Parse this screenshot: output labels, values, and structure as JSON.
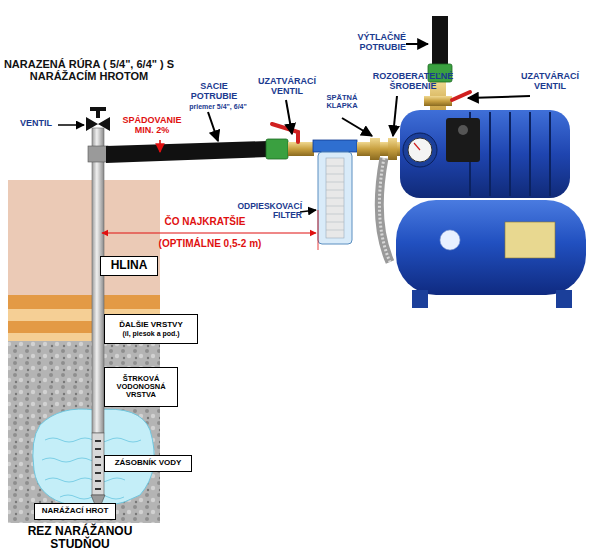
{
  "diagram": {
    "caption": "REZ NARÁŽANOU STUDŇOU",
    "nodes": [
      {
        "text": [
          "HLINA"
        ]
      },
      {
        "text": [
          "ĎALŠIE VRSTVY",
          "(íl, piesok a pod.)"
        ]
      },
      {
        "text": [
          "ŠTRKOVÁ VODONOSNÁ VRSTVA"
        ]
      },
      {
        "text": [
          "ZÁSOBNÍK VODY"
        ]
      },
      {
        "text": [
          "NARÁŽACÍ HROT"
        ]
      }
    ],
    "labels": [
      "NARAZENÁ RÚRA ( 5/4\", 6/4\" ) S NARÁŽACÍM HROTOM",
      "VENTIL",
      "SPÁDOVANIE MIN. 2%",
      "SACIE POTRUBIE",
      "priemer 5/4\", 6/4\"",
      "UZATVÁRACÍ VENTIL",
      "VÝTLAČNÉ POTRUBIE",
      "ROZOBERATEĽNÉ ŠROBENIE",
      "SPÄTNÁ KLAPKA",
      "UZATVÁRACÍ VENTIL",
      "ODPIESKOVACÍ FILTER",
      "ČO NAJKRATŠIE",
      "(OPTIMÁLNE 0,5-2 m)"
    ]
  }
}
